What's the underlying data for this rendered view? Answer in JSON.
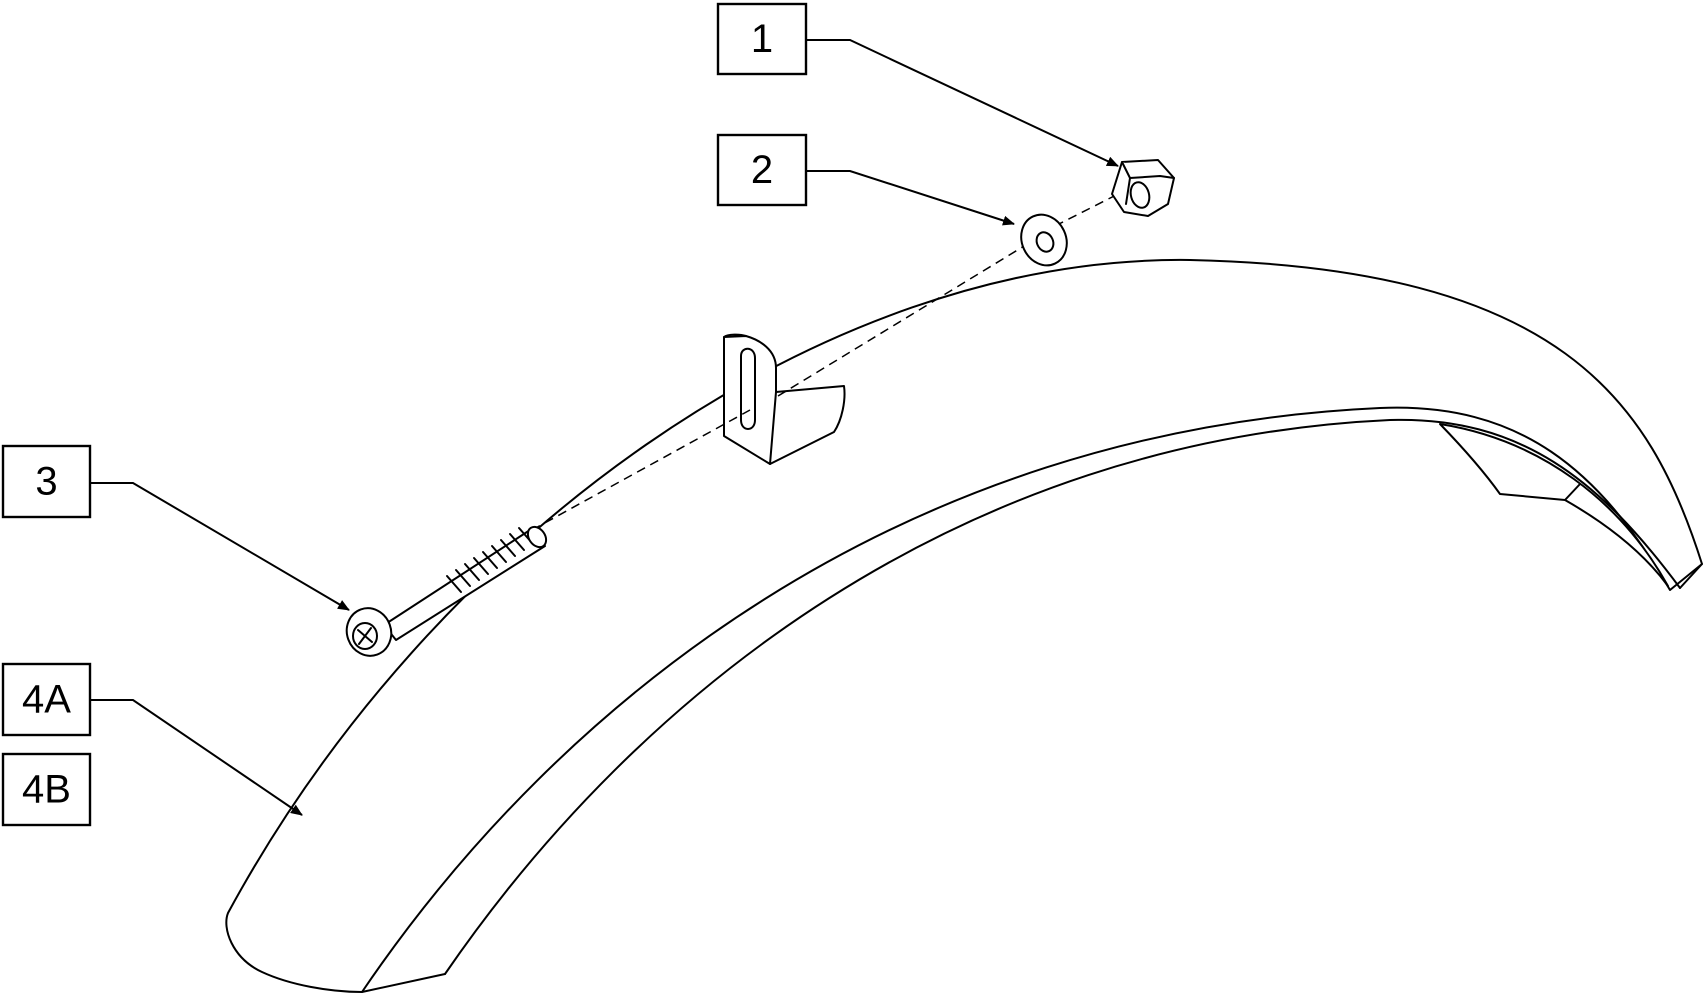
{
  "callouts": [
    {
      "id": "1",
      "label": "1"
    },
    {
      "id": "2",
      "label": "2"
    },
    {
      "id": "3",
      "label": "3"
    },
    {
      "id": "4A",
      "label": "4A"
    },
    {
      "id": "4B",
      "label": "4B"
    }
  ]
}
